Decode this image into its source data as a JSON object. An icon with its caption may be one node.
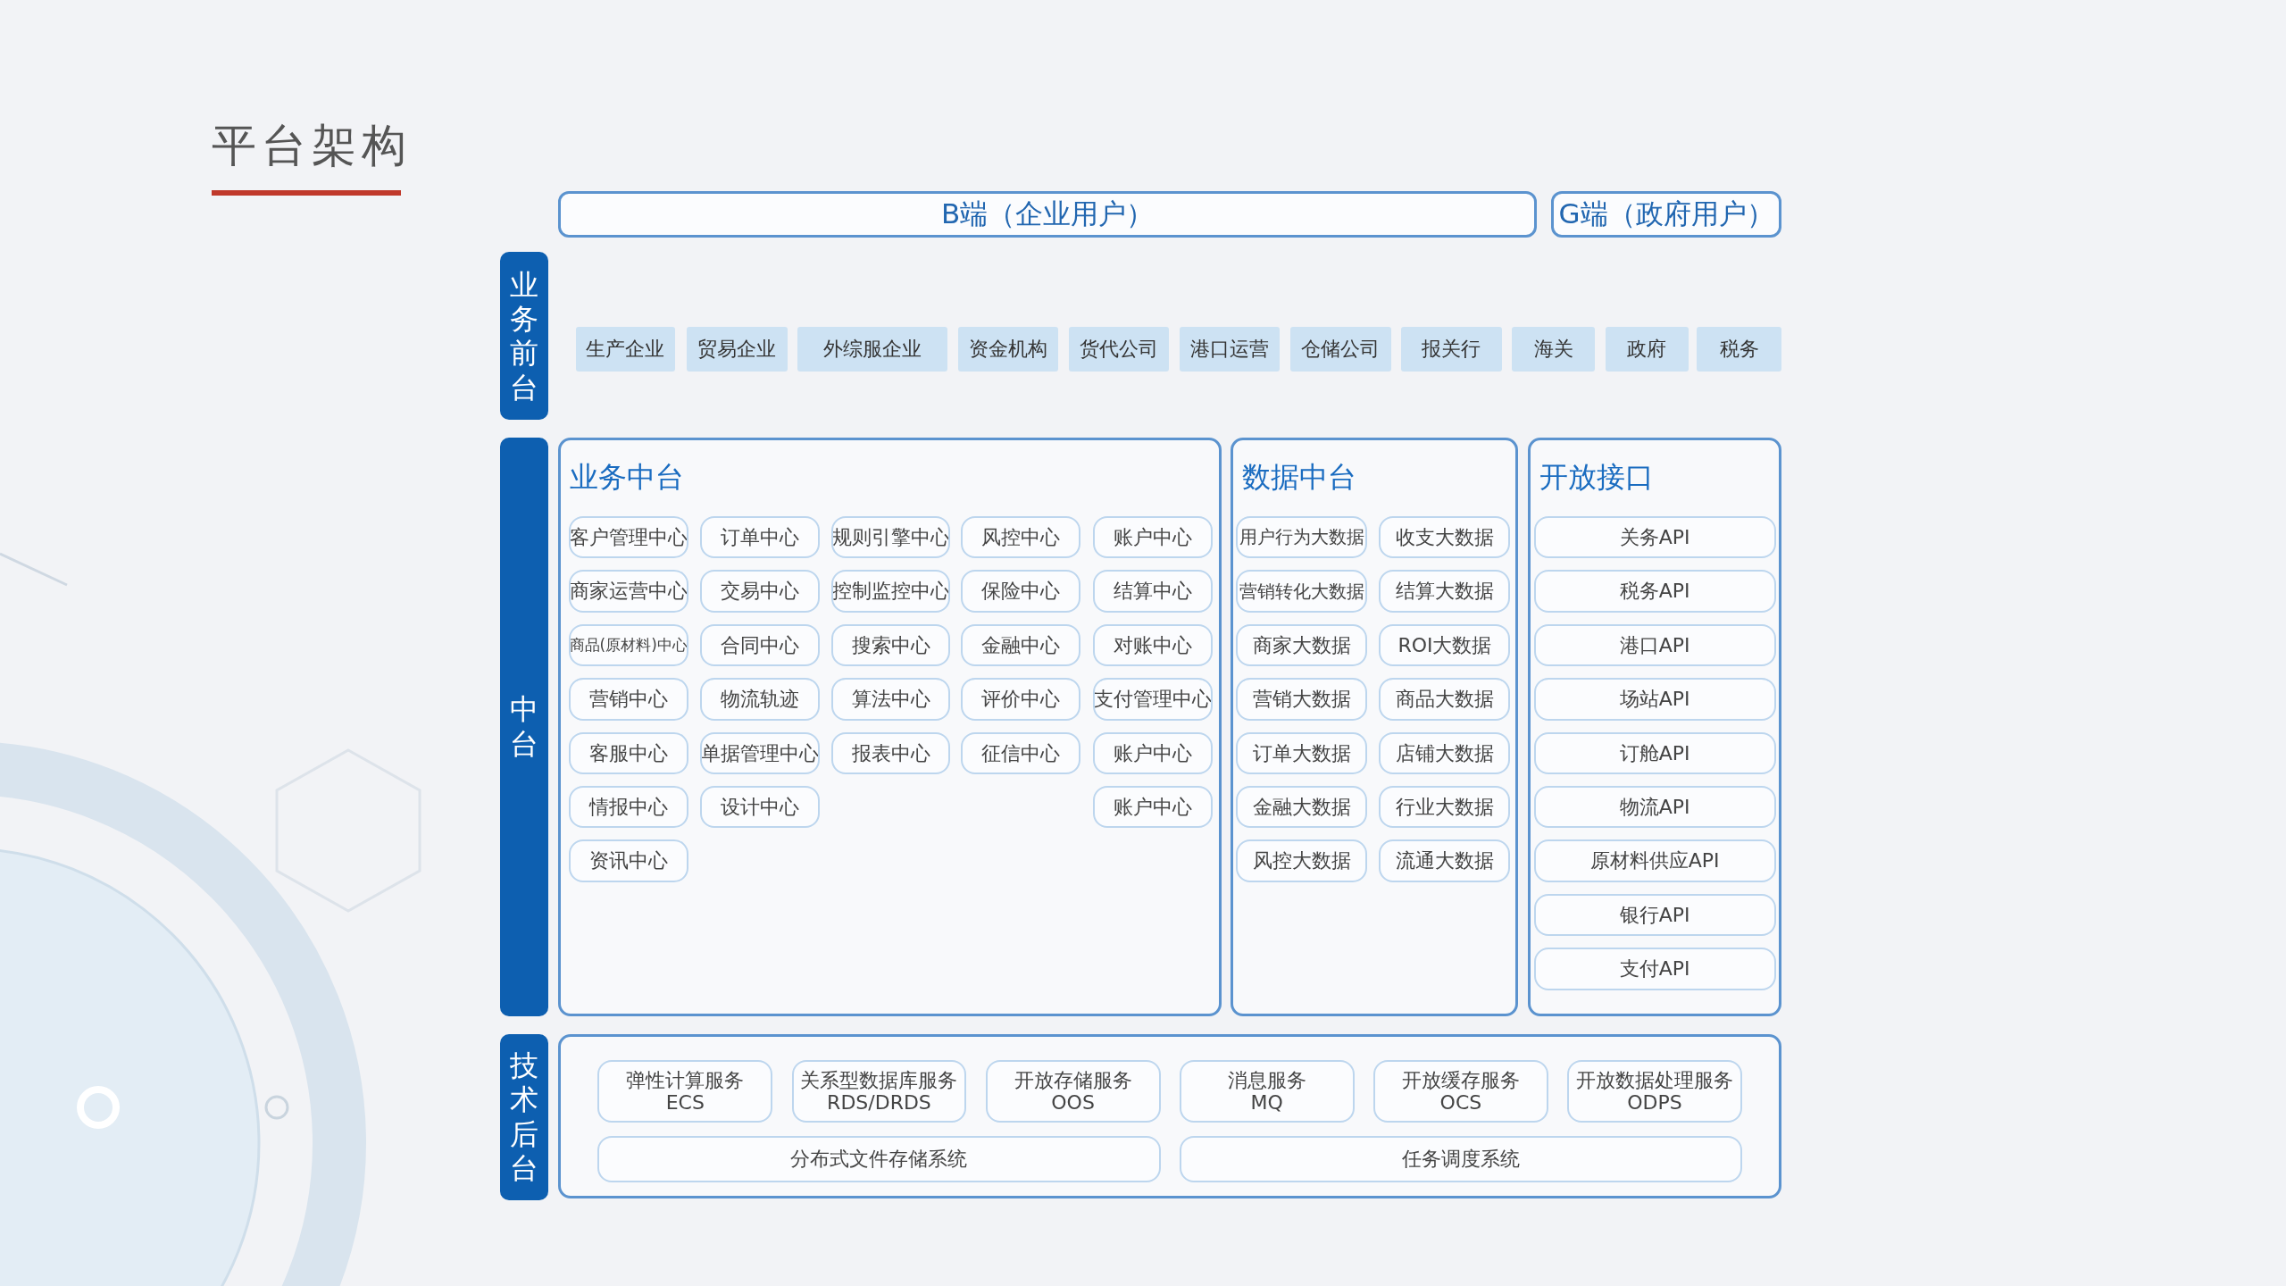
{
  "diagram": {
    "title": "平台架构",
    "nodes": [
      {
        "text": [
          "B端（企业用户）"
        ]
      },
      {
        "text": [
          "G端（政府用户）"
        ]
      },
      {
        "text": [
          "业务前台"
        ]
      },
      {
        "text": [
          "生产企业"
        ]
      },
      {
        "text": [
          "贸易企业"
        ]
      },
      {
        "text": [
          "外综服企业"
        ]
      },
      {
        "text": [
          "资金机构"
        ]
      },
      {
        "text": [
          "货代公司"
        ]
      },
      {
        "text": [
          "港口运营"
        ]
      },
      {
        "text": [
          "仓储公司"
        ]
      },
      {
        "text": [
          "报关行"
        ]
      },
      {
        "text": [
          "海关"
        ]
      },
      {
        "text": [
          "政府"
        ]
      },
      {
        "text": [
          "税务"
        ]
      },
      {
        "text": [
          "中台"
        ]
      },
      {
        "text": [
          "业务中台"
        ]
      },
      {
        "text": [
          "客户管理中心"
        ],
        "in": 15
      },
      {
        "text": [
          "订单中心"
        ],
        "in": 15
      },
      {
        "text": [
          "规则引擎中心"
        ],
        "in": 15
      },
      {
        "text": [
          "风控中心"
        ],
        "in": 15
      },
      {
        "text": [
          "账户中心"
        ],
        "in": 15
      },
      {
        "text": [
          "商家运营中心"
        ],
        "in": 15
      },
      {
        "text": [
          "交易中心"
        ],
        "in": 15
      },
      {
        "text": [
          "控制监控中心"
        ],
        "in": 15
      },
      {
        "text": [
          "保险中心"
        ],
        "in": 15
      },
      {
        "text": [
          "结算中心"
        ],
        "in": 15
      },
      {
        "text": [
          "商品(原材料)中心"
        ],
        "in": 15
      },
      {
        "text": [
          "合同中心"
        ],
        "in": 15
      },
      {
        "text": [
          "搜索中心"
        ],
        "in": 15
      },
      {
        "text": [
          "金融中心"
        ],
        "in": 15
      },
      {
        "text": [
          "对账中心"
        ],
        "in": 15
      },
      {
        "text": [
          "营销中心"
        ],
        "in": 15
      },
      {
        "text": [
          "物流轨迹"
        ],
        "in": 15
      },
      {
        "text": [
          "算法中心"
        ],
        "in": 15
      },
      {
        "text": [
          "评价中心"
        ],
        "in": 15
      },
      {
        "text": [
          "支付管理中心"
        ],
        "in": 15
      },
      {
        "text": [
          "客服中心"
        ],
        "in": 15
      },
      {
        "text": [
          "单据管理中心"
        ],
        "in": 15
      },
      {
        "text": [
          "报表中心"
        ],
        "in": 15
      },
      {
        "text": [
          "征信中心"
        ],
        "in": 15
      },
      {
        "text": [
          "账户中心"
        ],
        "in": 15
      },
      {
        "text": [
          "情报中心"
        ],
        "in": 15
      },
      {
        "text": [
          "设计中心"
        ],
        "in": 15
      },
      {
        "text": [
          "账户中心"
        ],
        "in": 15
      },
      {
        "text": [
          "资讯中心"
        ],
        "in": 15
      },
      {
        "text": [
          "数据中台"
        ]
      },
      {
        "text": [
          "用户行为大数据"
        ],
        "in": 45
      },
      {
        "text": [
          "收支大数据"
        ],
        "in": 45
      },
      {
        "text": [
          "营销转化大数据"
        ],
        "in": 45
      },
      {
        "text": [
          "结算大数据"
        ],
        "in": 45
      },
      {
        "text": [
          "商家大数据"
        ],
        "in": 45
      },
      {
        "text": [
          "ROI大数据"
        ],
        "in": 45
      },
      {
        "text": [
          "营销大数据"
        ],
        "in": 45
      },
      {
        "text": [
          "商品大数据"
        ],
        "in": 45
      },
      {
        "text": [
          "订单大数据"
        ],
        "in": 45
      },
      {
        "text": [
          "店铺大数据"
        ],
        "in": 45
      },
      {
        "text": [
          "金融大数据"
        ],
        "in": 45
      },
      {
        "text": [
          "行业大数据"
        ],
        "in": 45
      },
      {
        "text": [
          "风控大数据"
        ],
        "in": 45
      },
      {
        "text": [
          "流通大数据"
        ],
        "in": 45
      },
      {
        "text": [
          "开放接口"
        ]
      },
      {
        "text": [
          "关务API"
        ],
        "in": 60
      },
      {
        "text": [
          "税务API"
        ],
        "in": 60
      },
      {
        "text": [
          "港口API"
        ],
        "in": 60
      },
      {
        "text": [
          "场站API"
        ],
        "in": 60
      },
      {
        "text": [
          "订舱API"
        ],
        "in": 60
      },
      {
        "text": [
          "物流API"
        ],
        "in": 60
      },
      {
        "text": [
          "原材料供应API"
        ],
        "in": 60
      },
      {
        "text": [
          "银行API"
        ],
        "in": 60
      },
      {
        "text": [
          "支付API"
        ],
        "in": 60
      },
      {
        "text": [
          "技术后台"
        ]
      },
      {
        "text": [],
        "shape": "box"
      },
      {
        "text": [
          "弹性计算服务",
          "ECS"
        ],
        "in": 71
      },
      {
        "text": [
          "关系型数据库服务",
          "RDS/DRDS"
        ],
        "in": 71
      },
      {
        "text": [
          "开放存储服务",
          "OOS"
        ],
        "in": 71
      },
      {
        "text": [
          "消息服务",
          "MQ"
        ],
        "in": 71
      },
      {
        "text": [
          "开放缓存服务",
          "OCS"
        ],
        "in": 71
      },
      {
        "text": [
          "开放数据处理服务",
          "ODPS"
        ],
        "in": 71
      },
      {
        "text": [
          "分布式文件存储系统"
        ],
        "in": 71
      },
      {
        "text": [
          "任务调度系统"
        ],
        "in": 71
      }
    ],
    "edges": []
  }
}
